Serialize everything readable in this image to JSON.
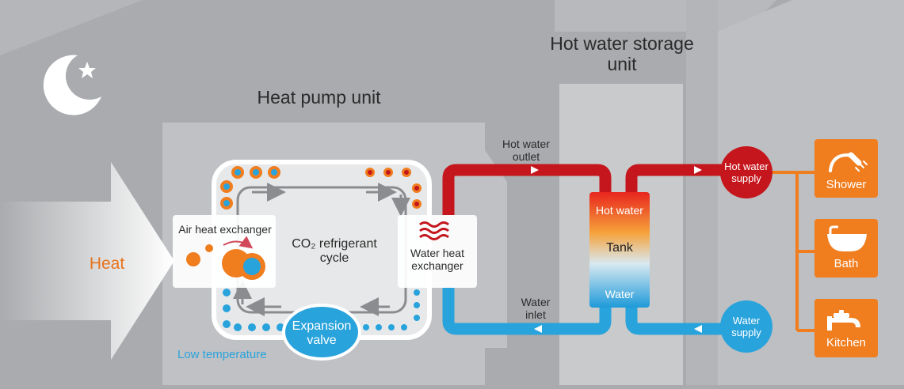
{
  "labels": {
    "hot_water_storage_unit": "Hot water storage\nunit",
    "heat_pump_unit": "Heat pump unit",
    "heat": "Heat",
    "air_heat_exchanger": "Air heat exchanger",
    "co2_cycle": "CO₂ refrigerant\ncycle",
    "water_heat_exchanger": "Water heat\nexchanger",
    "expansion_valve": "Expansion\nvalve",
    "low_temperature": "Low temperature",
    "hot_water_outlet": "Hot water\noutlet",
    "water_inlet": "Water\ninlet",
    "tank_hot_water": "Hot water",
    "tank": "Tank",
    "tank_water": "Water",
    "hot_water_supply": "Hot water\nsupply",
    "water_supply": "Water\nsupply",
    "shower": "Shower",
    "bath": "Bath",
    "kitchen": "Kitchen"
  },
  "icons": [
    "moon-star-icon",
    "heat-arrow-icon",
    "shower-icon",
    "bath-icon",
    "faucet-icon",
    "wavy-heat-icon"
  ],
  "colors": {
    "background": "#a9abae",
    "hot_pipe": "#c4161c",
    "cold_pipe": "#29a3dc",
    "orange": "#f07d1e",
    "heat_text": "#e8731c",
    "low_temp_text": "#29a3dc"
  }
}
